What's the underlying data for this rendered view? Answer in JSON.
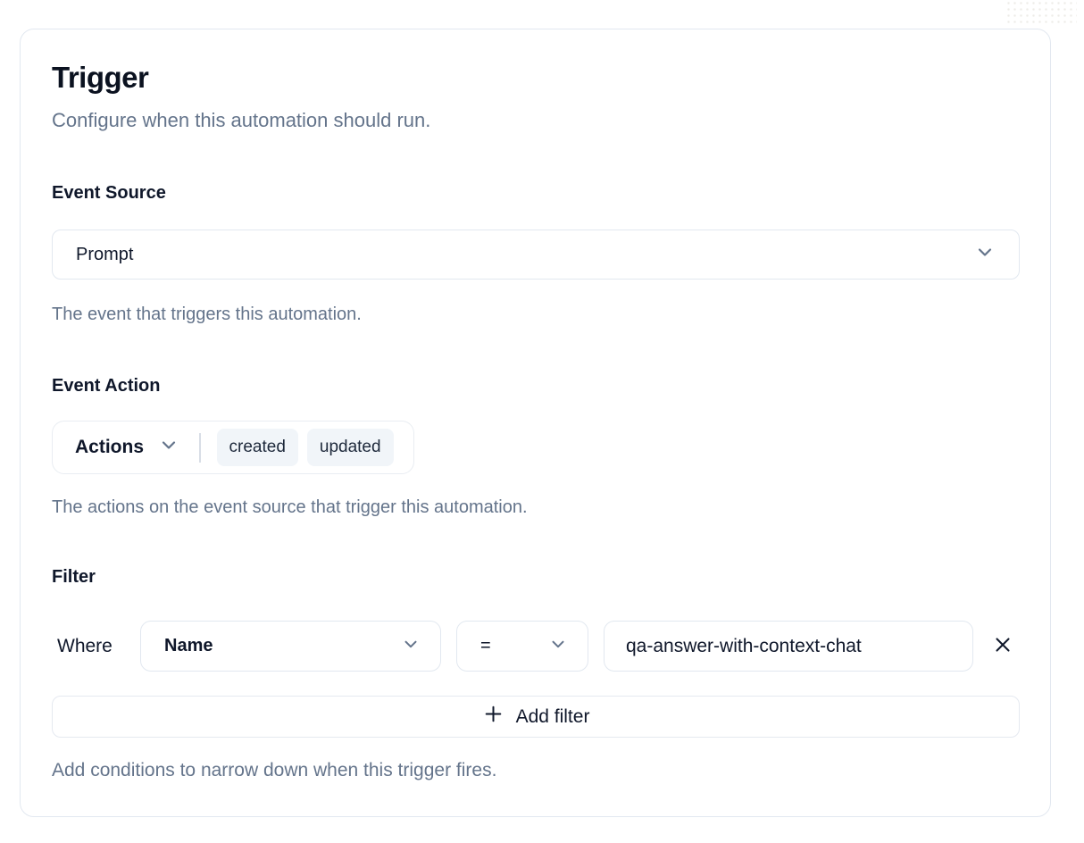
{
  "trigger_card": {
    "title": "Trigger",
    "subtitle": "Configure when this automation should run.",
    "event_source": {
      "label": "Event Source",
      "selected": "Prompt",
      "help": "The event that triggers this automation."
    },
    "event_action": {
      "label": "Event Action",
      "dropdown_label": "Actions",
      "selected_actions": [
        "created",
        "updated"
      ],
      "help": "The actions on the event source that trigger this automation."
    },
    "filter": {
      "label": "Filter",
      "where_label": "Where",
      "rows": [
        {
          "field": "Name",
          "operator": "=",
          "value": "qa-answer-with-context-chat"
        }
      ],
      "add_filter_label": "Add filter",
      "help": "Add conditions to narrow down when this trigger fires."
    }
  },
  "icons": {
    "chevron_down": "chevron-down",
    "plus": "plus",
    "close": "close"
  },
  "colors": {
    "card_background": "#ffffff",
    "border": "#e2e8f0",
    "text_primary": "#0f172a",
    "text_muted": "#64748b",
    "tag_background": "#f1f5f9"
  }
}
